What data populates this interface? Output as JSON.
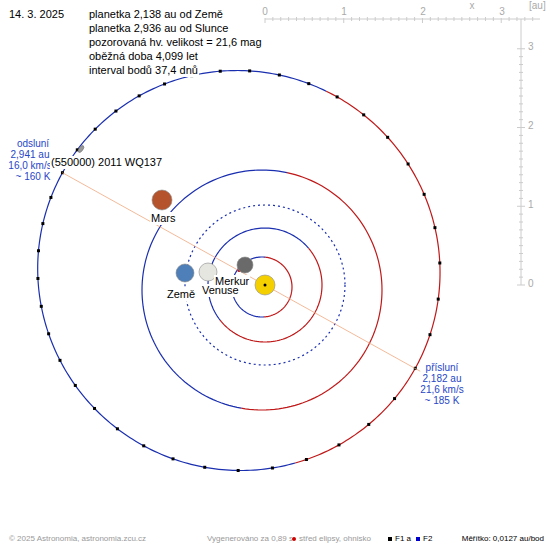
{
  "diagram": {
    "labels": [
      "14. 3. 2025",
      "planetka 2,138 au od Země",
      "planetka 2,936 au od Slunce",
      "pozorovaná hv. velikost = 21,6 mag",
      "oběžná doba 4,099 let",
      "interval bodů 37,4 dnů",
      "0",
      "1",
      "2",
      "3",
      "x",
      "[au]",
      "3",
      "2",
      "1",
      "0",
      "odsluní",
      "2,941 au",
      "16,0 km/s",
      "~ 160 K",
      "(550000) 2011 WQ137",
      "Mars",
      "Země",
      "Venuše",
      "Merkur",
      "přísluní",
      "2,182 au",
      "21,6 km/s",
      "~ 185 K",
      "© 2025 Astronomia, astronomia.zcu.cz",
      "Vygenerováno za 0,89 s",
      "Měřítko: 0,0127 au/bod"
    ],
    "legend": [
      {
        "text": "střed elipsy, ohnisko",
        "color": "#cc0000"
      },
      {
        "text": "F1 a",
        "color": "#000000"
      },
      {
        "text": "F2",
        "color": "#0000cc"
      }
    ]
  }
}
